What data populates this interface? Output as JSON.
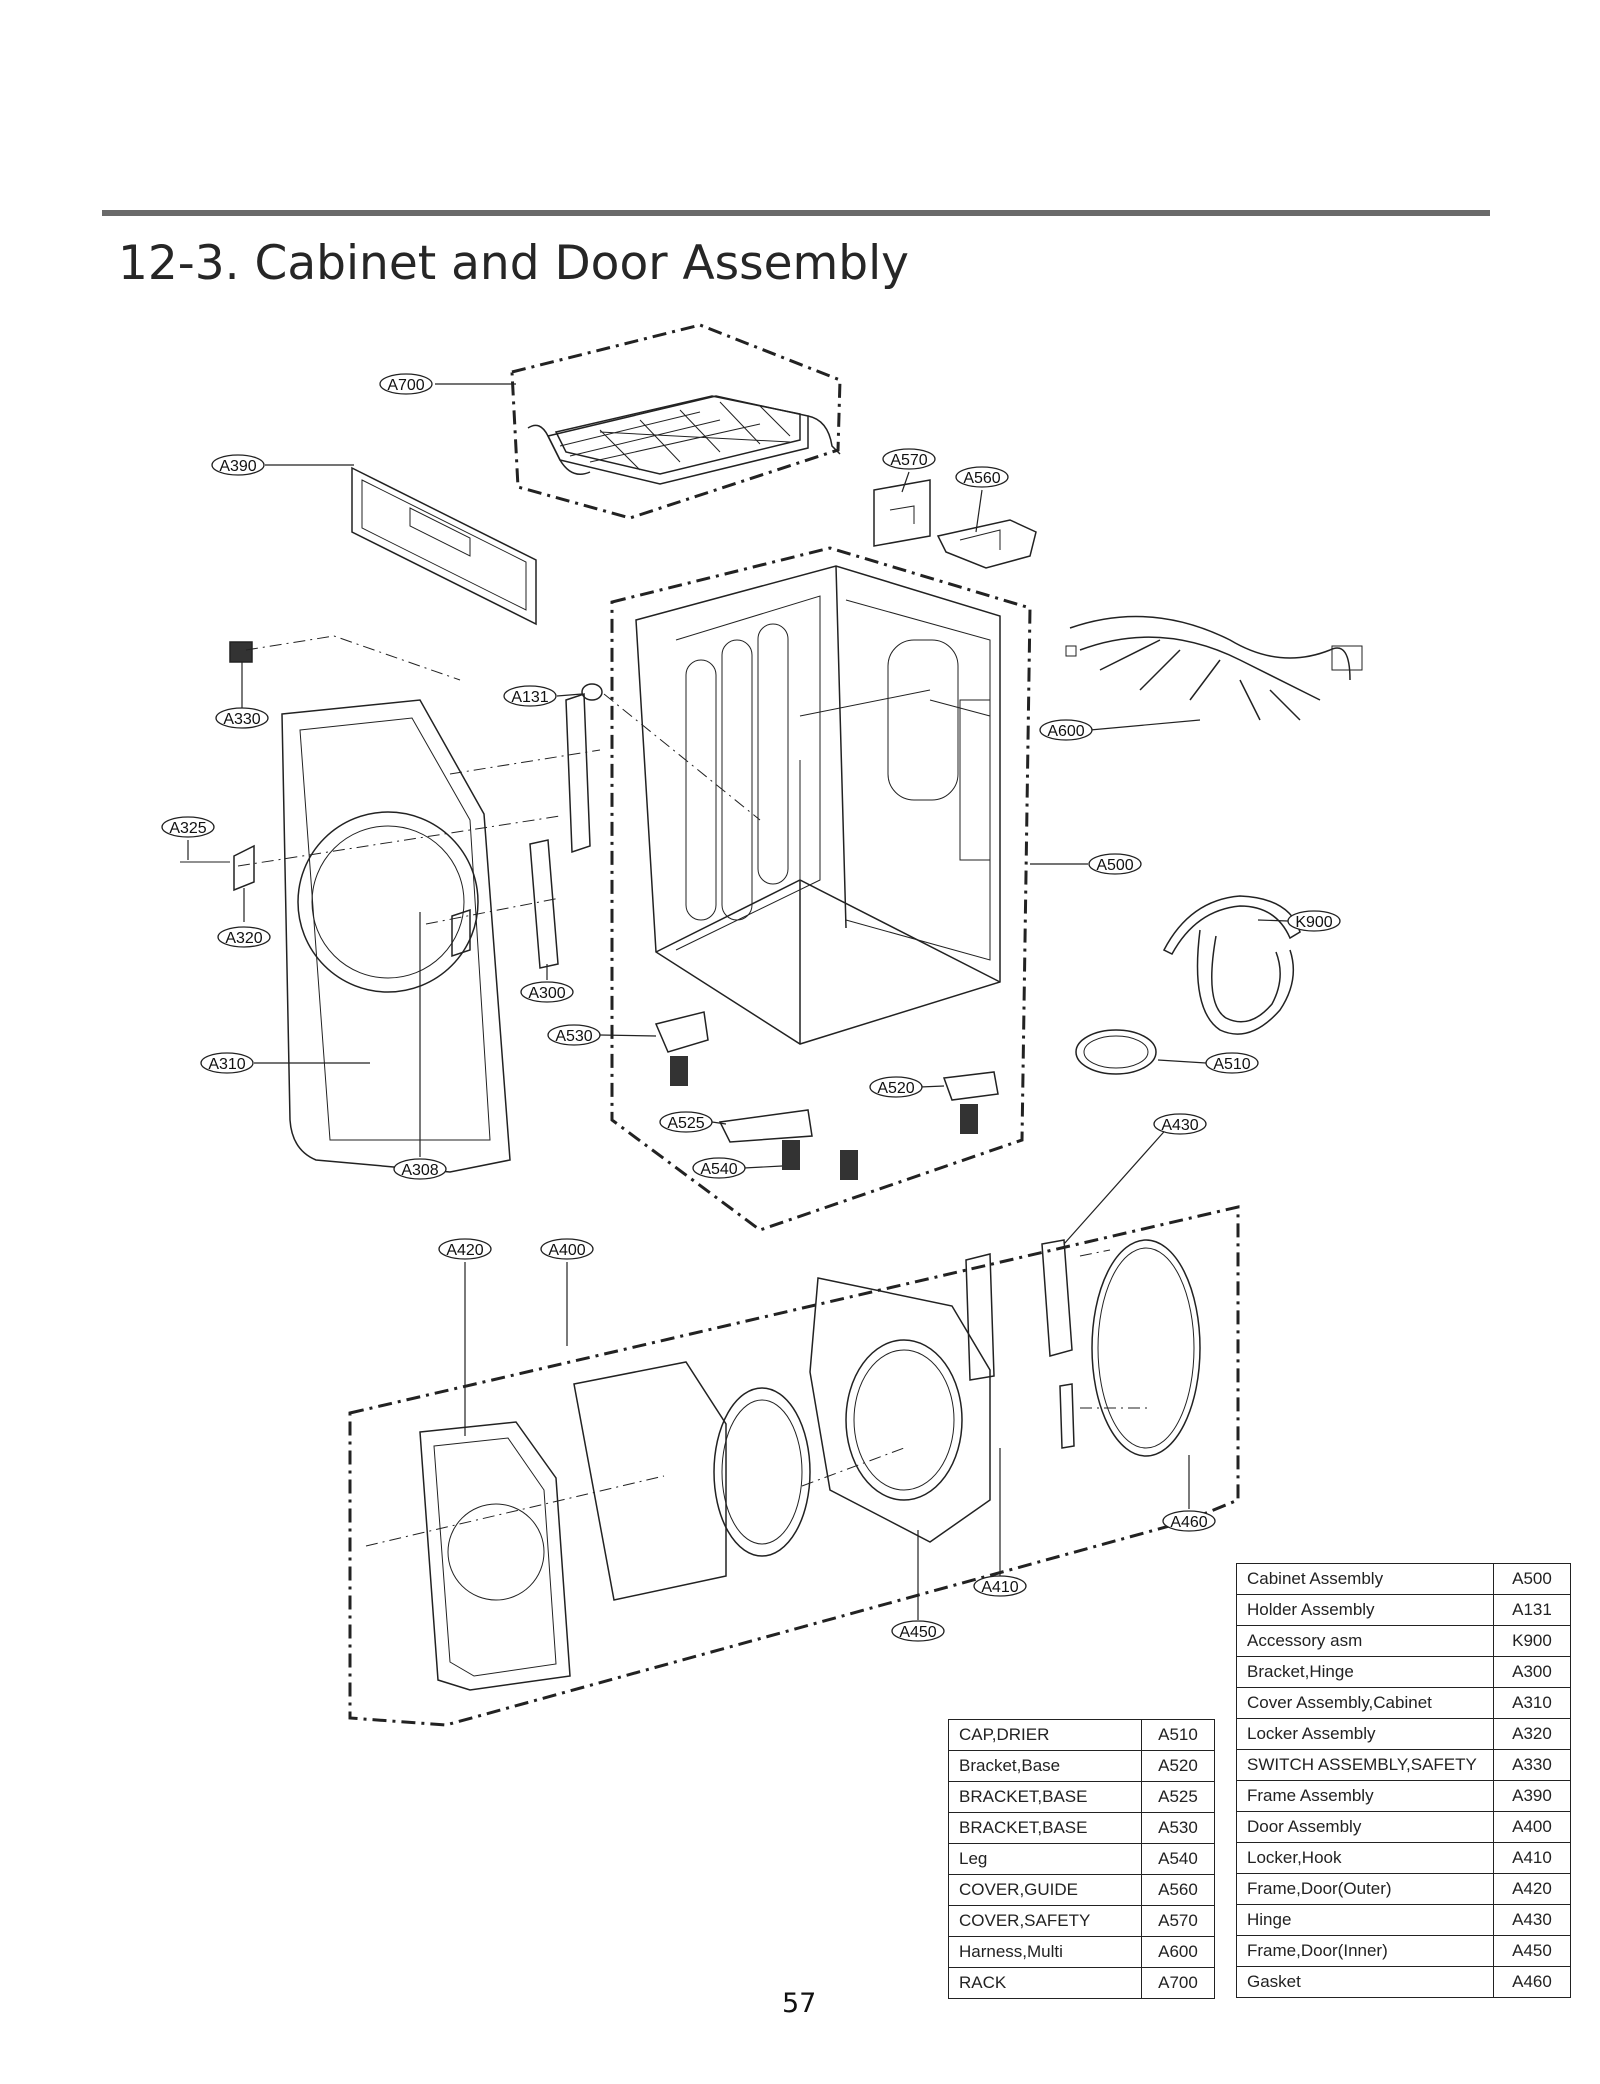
{
  "section_title": "12-3. Cabinet and Door Assembly",
  "page_number": "57",
  "callouts": [
    {
      "id": "A700",
      "label": "A700"
    },
    {
      "id": "A390",
      "label": "A390"
    },
    {
      "id": "A570",
      "label": "A570"
    },
    {
      "id": "A560",
      "label": "A560"
    },
    {
      "id": "A330",
      "label": "A330"
    },
    {
      "id": "A131",
      "label": "A131"
    },
    {
      "id": "A600",
      "label": "A600"
    },
    {
      "id": "A325",
      "label": "A325"
    },
    {
      "id": "A500",
      "label": "A500"
    },
    {
      "id": "A320",
      "label": "A320"
    },
    {
      "id": "K900",
      "label": "K900"
    },
    {
      "id": "A300",
      "label": "A300"
    },
    {
      "id": "A530",
      "label": "A530"
    },
    {
      "id": "A310",
      "label": "A310"
    },
    {
      "id": "A510",
      "label": "A510"
    },
    {
      "id": "A520",
      "label": "A520"
    },
    {
      "id": "A525",
      "label": "A525"
    },
    {
      "id": "A430",
      "label": "A430"
    },
    {
      "id": "A308",
      "label": "A308"
    },
    {
      "id": "A540",
      "label": "A540"
    },
    {
      "id": "A420",
      "label": "A420"
    },
    {
      "id": "A400",
      "label": "A400"
    },
    {
      "id": "A460",
      "label": "A460"
    },
    {
      "id": "A410",
      "label": "A410"
    },
    {
      "id": "A450",
      "label": "A450"
    }
  ],
  "parts_table_left": [
    {
      "name": "CAP,DRIER",
      "code": "A510"
    },
    {
      "name": "Bracket,Base",
      "code": "A520"
    },
    {
      "name": "BRACKET,BASE",
      "code": "A525"
    },
    {
      "name": "BRACKET,BASE",
      "code": "A530"
    },
    {
      "name": "Leg",
      "code": "A540"
    },
    {
      "name": "COVER,GUIDE",
      "code": "A560"
    },
    {
      "name": "COVER,SAFETY",
      "code": "A570"
    },
    {
      "name": "Harness,Multi",
      "code": "A600"
    },
    {
      "name": "RACK",
      "code": "A700"
    }
  ],
  "parts_table_right": [
    {
      "name": "Cabinet Assembly",
      "code": "A500"
    },
    {
      "name": "Holder Assembly",
      "code": "A131"
    },
    {
      "name": "Accessory asm",
      "code": "K900"
    },
    {
      "name": "Bracket,Hinge",
      "code": "A300"
    },
    {
      "name": "Cover Assembly,Cabinet",
      "code": "A310"
    },
    {
      "name": "Locker Assembly",
      "code": "A320"
    },
    {
      "name": "SWITCH ASSEMBLY,SAFETY",
      "code": "A330"
    },
    {
      "name": "Frame Assembly",
      "code": "A390"
    },
    {
      "name": "Door Assembly",
      "code": "A400"
    },
    {
      "name": "Locker,Hook",
      "code": "A410"
    },
    {
      "name": "Frame,Door(Outer)",
      "code": "A420"
    },
    {
      "name": "Hinge",
      "code": "A430"
    },
    {
      "name": "Frame,Door(Inner)",
      "code": "A450"
    },
    {
      "name": "Gasket",
      "code": "A460"
    }
  ]
}
